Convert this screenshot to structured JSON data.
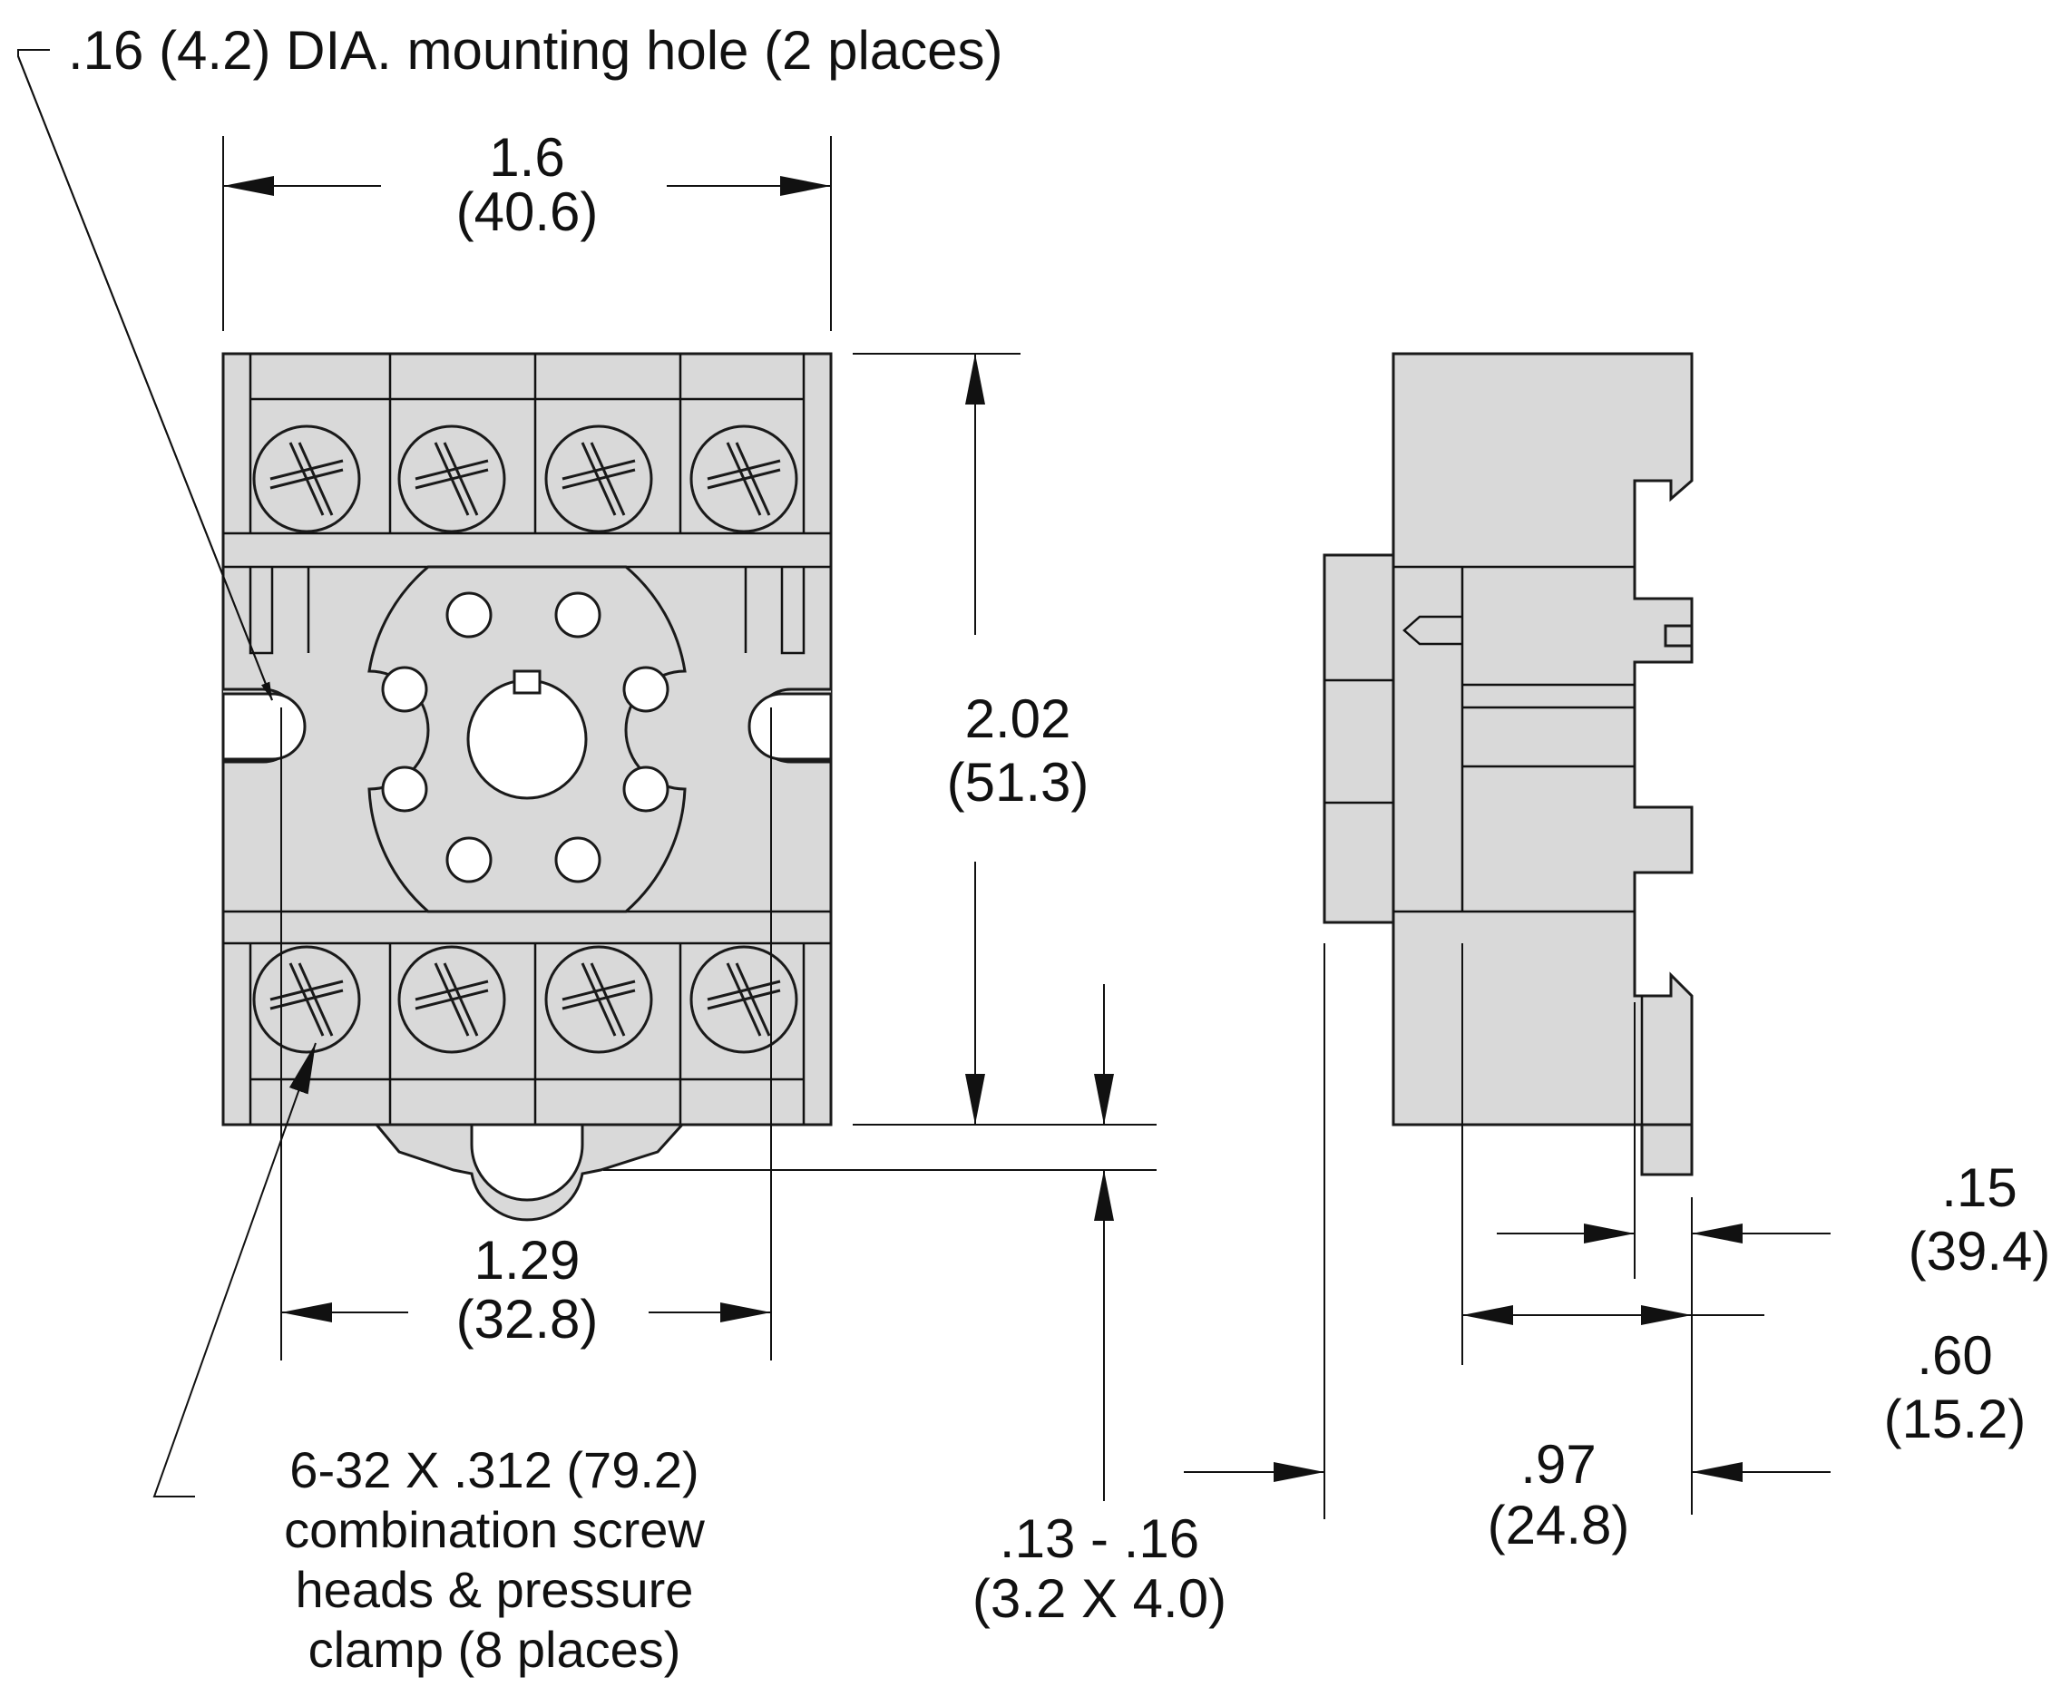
{
  "colors": {
    "body_fill": "#d9d9d9",
    "outline": "#1a1a1a",
    "background": "#ffffff"
  },
  "front_view": {
    "mounting_hole_note": ".16 (4.2) DIA. mounting hole (2 places)",
    "width_dim": {
      "inch": "1.6",
      "mm": "(40.6)"
    },
    "height_dim": {
      "inch": "2.02",
      "mm": "(51.3)"
    },
    "hole_spacing_dim": {
      "inch": "1.29",
      "mm": "(32.8)"
    },
    "slot_dim": {
      "inch": ".13 - .16",
      "mm": "(3.2 X 4.0)"
    },
    "screw_note": {
      "line1": "6-32 X .312 (79.2)",
      "line2": "combination screw",
      "line3": "heads & pressure",
      "line4": "clamp (8 places)"
    }
  },
  "side_view": {
    "dim_a": {
      "inch": ".15",
      "mm": "(39.4)"
    },
    "dim_b": {
      "inch": ".60",
      "mm": "(15.2)"
    },
    "dim_c": {
      "inch": ".97",
      "mm": "(24.8)"
    }
  }
}
